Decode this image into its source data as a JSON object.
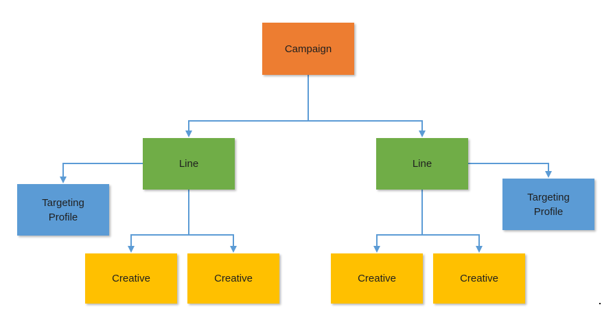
{
  "diagram": {
    "nodes": {
      "campaign": {
        "label": "Campaign",
        "color": "#ED7D31"
      },
      "line_left": {
        "label": "Line",
        "color": "#70AD47"
      },
      "line_right": {
        "label": "Line",
        "color": "#70AD47"
      },
      "targeting_left": {
        "label": "Targeting\nProfile",
        "color": "#5B9BD5"
      },
      "targeting_right": {
        "label": "Targeting\nProfile",
        "color": "#5B9BD5"
      },
      "creative_1": {
        "label": "Creative",
        "color": "#FFC000"
      },
      "creative_2": {
        "label": "Creative",
        "color": "#FFC000"
      },
      "creative_3": {
        "label": "Creative",
        "color": "#FFC000"
      },
      "creative_4": {
        "label": "Creative",
        "color": "#FFC000"
      }
    },
    "connector_color": "#5B9BD5"
  }
}
